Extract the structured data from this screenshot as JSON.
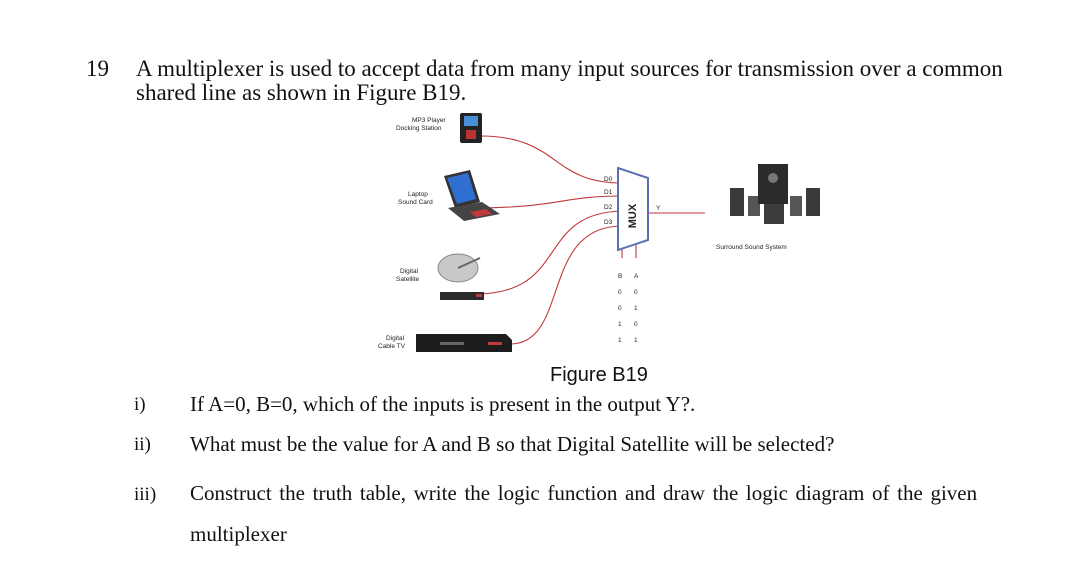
{
  "question": {
    "number": "19",
    "line1": "A multiplexer is used to accept data from many input sources for transmission over a common",
    "line2": "shared line as shown in Figure B19."
  },
  "figure": {
    "sources": [
      {
        "label_line1": "MP3 Player",
        "label_line2": "Docking Station"
      },
      {
        "label_line1": "Laptop",
        "label_line2": "Sound Card"
      },
      {
        "label_line1": "Digital",
        "label_line2": "Satellite"
      },
      {
        "label_line1": "Digital",
        "label_line2": "Cable TV"
      }
    ],
    "mux_label": "MUX",
    "mux_inputs": [
      "D0",
      "D1",
      "D2",
      "D3"
    ],
    "mux_output": "Y",
    "select_header": [
      "B",
      "A"
    ],
    "select_rows": [
      [
        "0",
        "0"
      ],
      [
        "0",
        "1"
      ],
      [
        "1",
        "0"
      ],
      [
        "1",
        "1"
      ]
    ],
    "destination": "Surround Sound System",
    "caption": "Figure B19"
  },
  "subquestions": [
    {
      "num": "i)",
      "text": "If A=0, B=0, which of the inputs is present in the output Y?."
    },
    {
      "num": "ii)",
      "text": "What must be the value for A and B so that Digital Satellite will be selected?"
    },
    {
      "num": "iii)",
      "text": "Construct the truth table, write the logic function and draw the logic diagram of the given"
    },
    {
      "num": "",
      "text": "multiplexer"
    }
  ]
}
